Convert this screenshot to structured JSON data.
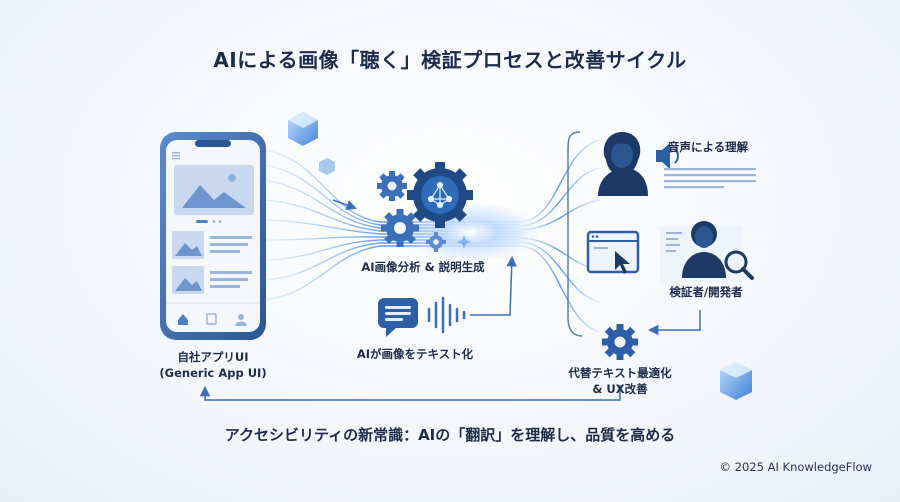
{
  "title": "AIによる画像「聴く」検証プロセスと改善サイクル",
  "labels": {
    "app": "自社アプリUI",
    "app_sub": "(Generic App UI)",
    "analysis": "AI画像分析 & 説明生成",
    "to_text": "AIが画像をテキスト化",
    "voice": "音声による理解",
    "tester": "検証者/開発者",
    "optimize": "代替テキスト最適化",
    "optimize_sub": "& UX改善"
  },
  "footer": "アクセシビリティの新常識：AIの「翻訳」を理解し、品質を高める",
  "copyright": "© 2025 AI KnowledgeFlow",
  "colors": {
    "primary": "#3d6fb8",
    "dark": "#1d3a66",
    "light": "#cfe0f5",
    "accent": "#5aa0ff"
  },
  "icons": [
    "phone-mockup-icon",
    "gear-network-icon",
    "chat-bubble-icon",
    "soundwave-icon",
    "speaker-person-icon",
    "browser-cursor-icon",
    "tester-magnifier-icon",
    "gear-icon",
    "crystal-icon"
  ]
}
